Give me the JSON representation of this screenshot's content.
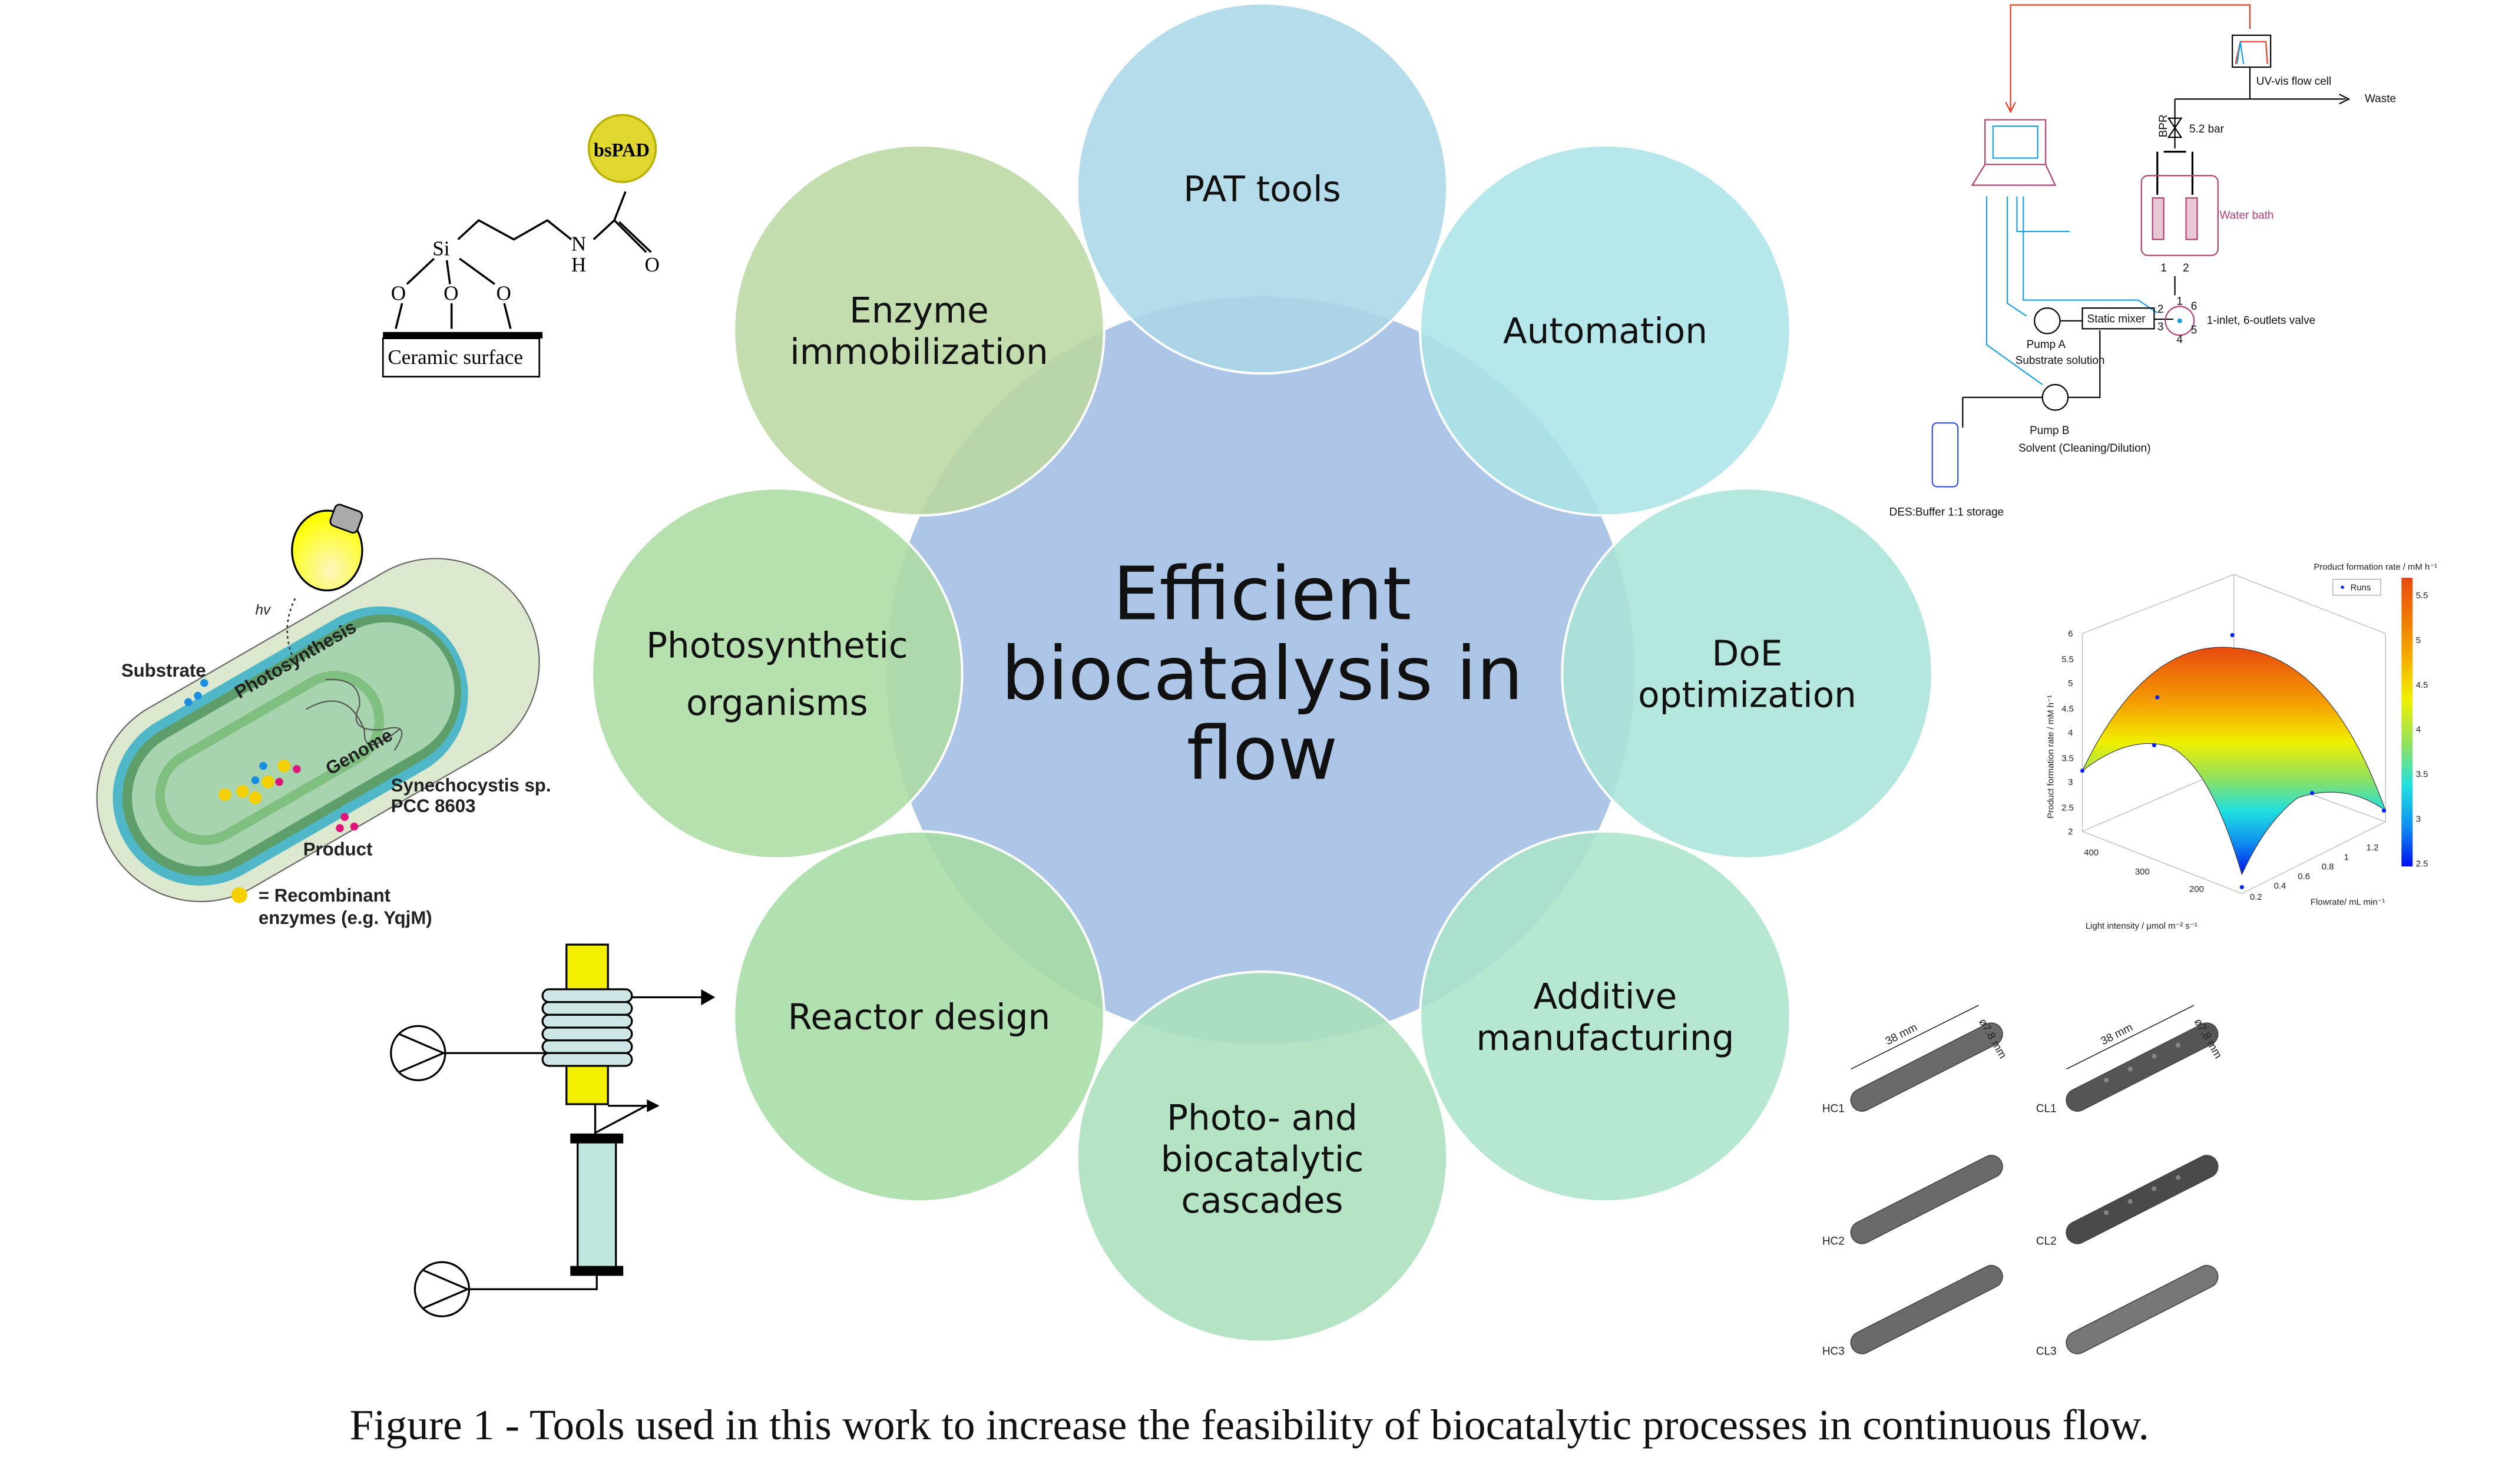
{
  "center": {
    "title_lines": [
      "Efficient",
      "biocatalysis in",
      "flow"
    ]
  },
  "tools": [
    {
      "lines": [
        "PAT tools"
      ]
    },
    {
      "lines": [
        "Automation"
      ]
    },
    {
      "lines": [
        "DoE",
        "optimization"
      ]
    },
    {
      "lines": [
        "Additive",
        "manufacturing"
      ]
    },
    {
      "lines": [
        "Photo- and",
        "biocatalytic",
        "cascades"
      ]
    },
    {
      "lines": [
        "Reactor design"
      ]
    },
    {
      "lines": [
        "Photosynthetic",
        "organisms"
      ]
    },
    {
      "lines": [
        "Enzyme",
        "immobilization"
      ]
    }
  ],
  "colors": {
    "center": "#a9c4e6",
    "pat": "#a6d5e6",
    "automation": "#a7e2e6",
    "doe": "#a5e2d6",
    "additive": "#a6e2c8",
    "cascades": "#a6dfba",
    "reactor": "#a2dba0",
    "photosynthetic": "#a9d99f",
    "enzyme": "#b7d69e"
  },
  "immobilization": {
    "enzyme": "bsPAD",
    "si": "Si",
    "n": "N",
    "h": "H",
    "o": "O",
    "surface": "Ceramic surface"
  },
  "cell": {
    "hv": "hv",
    "substrate": "Substrate",
    "photosynthesis": "Photosynthesis",
    "genome": "Genome",
    "organism_line1": "Synechocystis sp.",
    "organism_line2": "PCC 8603",
    "product": "Product",
    "legend_line1": "= Recombinant",
    "legend_line2": "enzymes (e.g. YqjM)"
  },
  "setup": {
    "uv": "UV-vis flow cell",
    "waste": "Waste",
    "bpr": "BPR",
    "pressure": "5.2 bar",
    "water_bath": "Water bath",
    "reactor_1": "1",
    "reactor_2": "2",
    "mixer": "Static mixer",
    "valve": "1-inlet, 6-outlets valve",
    "valve_ports": [
      "1",
      "2",
      "3",
      "4",
      "5",
      "6"
    ],
    "pump_a": "Pump A",
    "pump_a_desc": "Substrate solution",
    "pump_b": "Pump B",
    "pump_b_desc": "Solvent (Cleaning/Dilution)",
    "storage": "DES:Buffer 1:1 storage"
  },
  "surface_plot": {
    "colorbar_title": "Product formation rate / mM h⁻¹",
    "legend": "Runs",
    "z_label": "Product formation rate / mM h⁻¹",
    "z_ticks": [
      "6",
      "5.5",
      "5",
      "4.5",
      "4",
      "3.5",
      "3",
      "2.5",
      "2"
    ],
    "x_label": "Light intensity / μmol m⁻² s⁻¹",
    "x_ticks": [
      "400",
      "300",
      "200"
    ],
    "y_label": "Flowrate/ mL min⁻¹",
    "y_ticks": [
      "0.2",
      "0.4",
      "0.6",
      "0.8",
      "1",
      "1.2"
    ],
    "colorbar_ticks": [
      "5.5",
      "5",
      "4.5",
      "4",
      "3.5",
      "3",
      "2.5"
    ]
  },
  "printed_reactors": {
    "dimension_length": "38 mm",
    "dimension_diameter": "ø7.8 mm",
    "labels": [
      "HC1",
      "HC2",
      "HC3",
      "CL1",
      "CL2",
      "CL3"
    ]
  },
  "caption": "Figure 1 - Tools used in this work to increase the feasibility of biocatalytic processes in continuous flow."
}
